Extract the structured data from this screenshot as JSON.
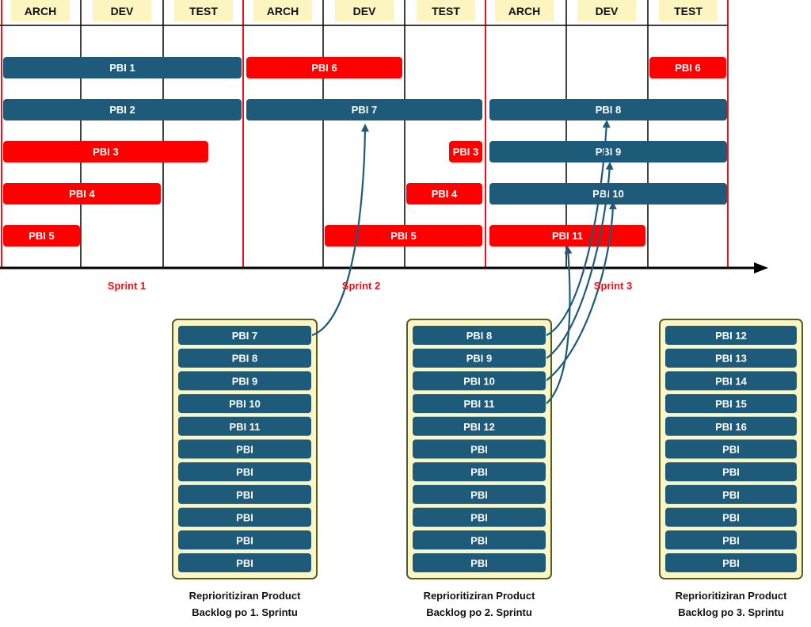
{
  "colors": {
    "blue_bar": "#1e5a7a",
    "red_bar": "#ff0000",
    "header_fill": "#fcf5c0",
    "panel_fill": "#fbf6c6",
    "panel_border": "#5a5a22",
    "sprint_line": "#e8141c",
    "axis": "#000000",
    "arrow": "#1e5a7a"
  },
  "phase_headers": [
    "ARCH",
    "DEV",
    "TEST",
    "ARCH",
    "DEV",
    "TEST",
    "ARCH",
    "DEV",
    "TEST"
  ],
  "sprints": [
    "Sprint 1",
    "Sprint 2",
    "Sprint 3"
  ],
  "work_bars": [
    {
      "label": "PBI 1",
      "color": "blue"
    },
    {
      "label": "PBI 2",
      "color": "blue"
    },
    {
      "label": "PBI 3",
      "color": "red"
    },
    {
      "label": "PBI 4",
      "color": "red"
    },
    {
      "label": "PBI 5",
      "color": "red"
    },
    {
      "label": "PBI 6",
      "color": "red"
    },
    {
      "label": "PBI 7",
      "color": "blue"
    },
    {
      "label": "PBI 3",
      "color": "red"
    },
    {
      "label": "PBI 4",
      "color": "red"
    },
    {
      "label": "PBI 5",
      "color": "red"
    },
    {
      "label": "PBI 6",
      "color": "red"
    },
    {
      "label": "PBI 8",
      "color": "blue"
    },
    {
      "label": "PBI 9",
      "color": "blue"
    },
    {
      "label": "PBI 10",
      "color": "blue"
    },
    {
      "label": "PBI 11",
      "color": "red"
    }
  ],
  "backlogs": [
    {
      "caption_line1": "Reprioritiziran Product",
      "caption_line2": "Backlog po 1. Sprintu",
      "items": [
        "PBI 7",
        "PBI 8",
        "PBI 9",
        "PBI 10",
        "PBI 11",
        "PBI",
        "PBI",
        "PBI",
        "PBI",
        "PBI",
        "PBI"
      ]
    },
    {
      "caption_line1": "Reprioritiziran Product",
      "caption_line2": "Backlog po 2. Sprintu",
      "items": [
        "PBI 8",
        "PBI 9",
        "PBI 10",
        "PBI 11",
        "PBI 12",
        "PBI",
        "PBI",
        "PBI",
        "PBI",
        "PBI",
        "PBI"
      ]
    },
    {
      "caption_line1": "Reprioritiziran Product",
      "caption_line2": "Backlog po 3. Sprintu",
      "items": [
        "PBI 12",
        "PBI 13",
        "PBI 14",
        "PBI 15",
        "PBI 16",
        "PBI",
        "PBI",
        "PBI",
        "PBI",
        "PBI",
        "PBI"
      ]
    }
  ]
}
